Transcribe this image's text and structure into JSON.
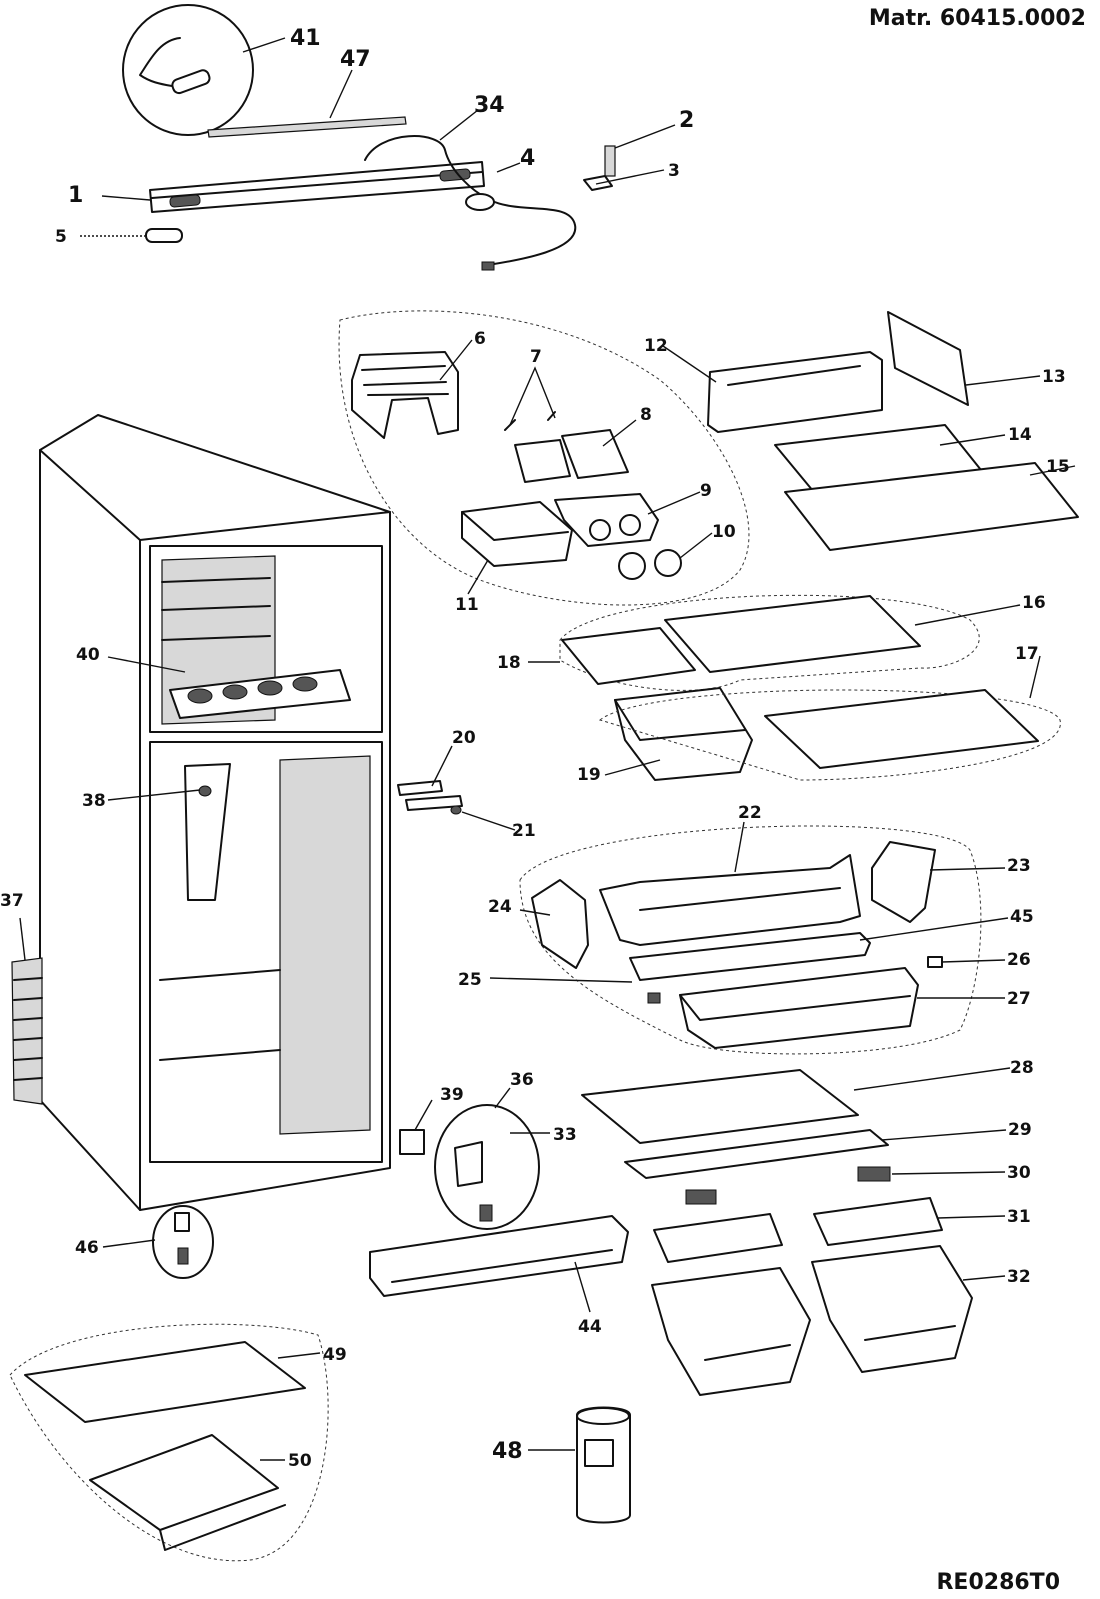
{
  "header": {
    "material": "Matr. 60415.0002"
  },
  "footer": {
    "reference": "RE0286T0"
  },
  "part_labels": {
    "p1": "1",
    "p2": "2",
    "p3": "3",
    "p4": "4",
    "p5": "5",
    "p6": "6",
    "p7": "7",
    "p8": "8",
    "p9": "9",
    "p10": "10",
    "p11": "11",
    "p12": "12",
    "p13": "13",
    "p14": "14",
    "p15": "15",
    "p16": "16",
    "p17": "17",
    "p18": "18",
    "p19": "19",
    "p20": "20",
    "p21": "21",
    "p22": "22",
    "p23": "23",
    "p24": "24",
    "p25": "25",
    "p26": "26",
    "p27": "27",
    "p28": "28",
    "p29": "29",
    "p30": "30",
    "p31": "31",
    "p32": "32",
    "p33": "33",
    "p34": "34",
    "p36": "36",
    "p37": "37",
    "p38": "38",
    "p39": "39",
    "p40": "40",
    "p41": "41",
    "p44": "44",
    "p45": "45",
    "p46": "46",
    "p47": "47",
    "p48": "48",
    "p49": "49",
    "p50": "50"
  }
}
